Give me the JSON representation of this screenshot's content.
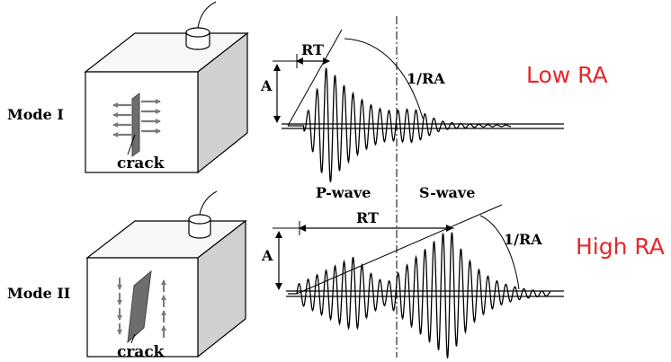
{
  "colors": {
    "ink": "#000000",
    "accent": "#e8262b",
    "box_face": "#ffffff",
    "box_top": "#f7f7f7",
    "box_side": "#d0d0d0",
    "crack_plate": "#6d6d6d"
  },
  "mode1": {
    "label": "Mode I",
    "crack_label": "crack",
    "rt_label": "RT",
    "a_label": "A",
    "ra_label": "1/RA",
    "result": "Low RA"
  },
  "mode2": {
    "label": "Mode II",
    "crack_label": "crack",
    "rt_label": "RT",
    "a_label": "A",
    "ra_label": "1/RA",
    "result": "High RA"
  },
  "wave_labels": {
    "p": "P-wave",
    "s": "S-wave"
  }
}
